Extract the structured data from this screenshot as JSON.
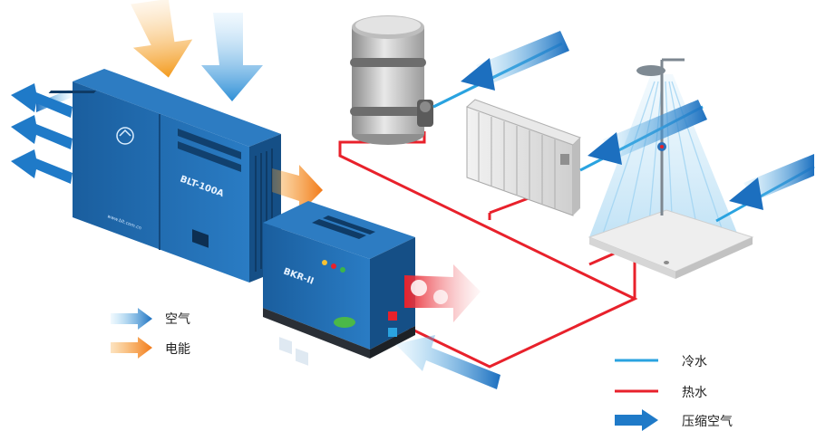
{
  "legend_left": {
    "air": "空气",
    "power": "电能"
  },
  "legend_right": {
    "cold_water": "冷水",
    "hot_water": "热水",
    "compressed_air": "压缩空气"
  },
  "machines": {
    "big_model": "BLT-100A",
    "small_model": "BKR-II"
  },
  "colors": {
    "machine_blue": "#1f6fb5",
    "hot_water_red": "#e8212b",
    "cold_water_blue": "#2aa3e0",
    "power_orange": "#f6a230",
    "air_blue": "#3f9ad9"
  }
}
